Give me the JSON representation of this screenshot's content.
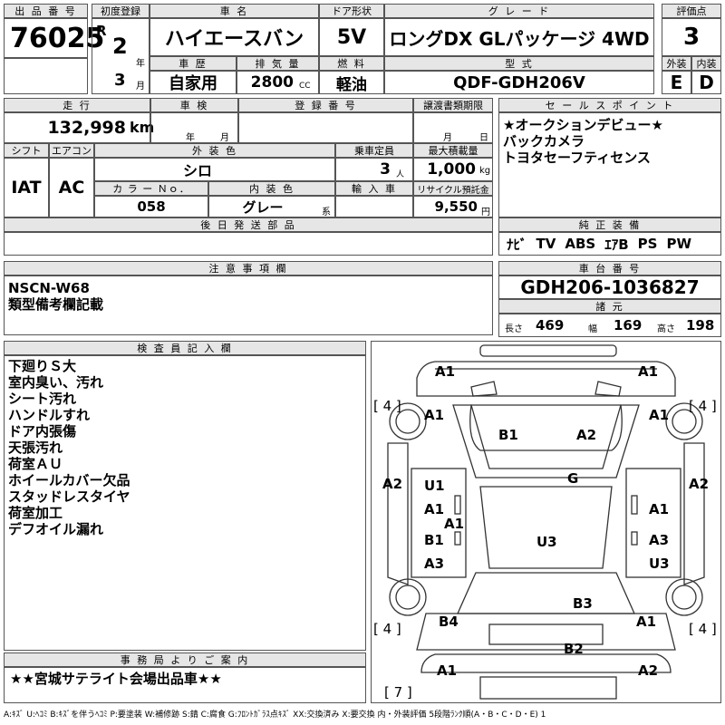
{
  "labels": {
    "lot_no": "出 品 番 号",
    "first_reg": "初度登録",
    "car_name": "車 名",
    "door": "ドア形状",
    "grade": "グ レ ー ド",
    "score": "評価点",
    "history": "車 歴",
    "displacement": "排 気 量",
    "fuel": "燃 料",
    "model_code": "型 式",
    "exterior": "外装",
    "interior": "内装",
    "mileage": "走 行",
    "inspection": "車 検",
    "registration": "登 録 番 号",
    "transfer_deadline": "譲渡書類期限",
    "shift": "シフト",
    "aircon": "エアコン",
    "color": "外 装 色",
    "capacity": "乗車定員",
    "max_load": "最大積載量",
    "color_no": "カ ラ ー Ｎｏ．",
    "interior_color": "内 装 色",
    "import": "輸 入 車",
    "recycle": "リサイクル預託金",
    "later_parts": "後 日 発 送 部 品",
    "sales_points": "セ ー ル ス ポ イ ン ト",
    "genuine_equipment": "純 正 装 備",
    "notes": "注 意 事 項 欄",
    "chassis_no": "車 台 番 号",
    "specs": "諸 元",
    "inspector": "検 査 員 記 入 欄",
    "office": "事 務 局 よ り ご 案 内"
  },
  "units": {
    "reiwa": "R",
    "year": "年",
    "month": "月",
    "cc": "CC",
    "km": "km",
    "person": "人",
    "kg": "kg",
    "yen": "円",
    "kei": "系",
    "length": "長さ",
    "width": "幅",
    "height": "高さ"
  },
  "vehicle": {
    "lot_no": "76025",
    "reg_year": "2",
    "reg_month": "3",
    "name": "ハイエースバン",
    "door": "5V",
    "grade": "ロングDX GLパッケージ 4WD",
    "score": "3",
    "history": "自家用",
    "displacement": "2800",
    "fuel": "軽油",
    "model_code": "QDF-GDH206V",
    "exterior_grade": "E",
    "interior_grade": "D",
    "mileage": "132,998",
    "shift": "IAT",
    "aircon": "AC",
    "color": "シロ",
    "capacity": "3",
    "max_load": "1,000",
    "color_no": "058",
    "interior_color": "グレー",
    "recycle": "9,550",
    "chassis_no": "GDH206-1036827",
    "length": "469",
    "width": "169",
    "height": "198"
  },
  "sales_points": [
    "★オークションデビュー★",
    "バックカメラ",
    "トヨタセーフティセンス"
  ],
  "equipment": [
    "ﾅﾋﾞ",
    "TV",
    "ABS",
    "ｴｱB",
    "PS",
    "PW"
  ],
  "notes": [
    "NSCN-W68",
    "類型備考欄記載"
  ],
  "inspector_notes": [
    "下廻りＳ大",
    "室内臭い、汚れ",
    "シート汚れ",
    "ハンドルすれ",
    "ドア内張傷",
    "天張汚れ",
    "荷室ＡＵ",
    "ホイールカバー欠品",
    "スタッドレスタイヤ",
    "荷室加工",
    "デフオイル漏れ"
  ],
  "office_notice": "★★宮城サテライト会場出品車★★",
  "legend": "A:ｷｽﾞ U:ﾍｺﾐ B:ｷｽﾞを伴うﾍｺﾐ P:要塗装 W:補修跡 S:錆 C:腐食 G:ﾌﾛﾝﾄｶﾞﾗｽ点ｷｽﾞ XX:交換済み X:要交換 内・外装評価 5段階ﾗﾝｸ順(A・B・C・D・E) 1",
  "damage": {
    "fl_top": "A1",
    "fr_top": "A1",
    "tire_fl": "[ 4 ]",
    "tire_fr": "[ 4 ]",
    "fender_l": "A1",
    "fender_r": "A1",
    "hood_l": "B1",
    "hood_r": "A2",
    "side_l": "A2",
    "side_r": "A2",
    "glass": "G",
    "l_u1": "U1",
    "l_a1": "A1",
    "c_a1": "A1",
    "l_b1": "B1",
    "l_a3": "A3",
    "r_a1": "A1",
    "r_a3": "A3",
    "r_u3": "U3",
    "roof": "U3",
    "tire_rl": "[ 4 ]",
    "tire_rr": "[ 4 ]",
    "rl_b4": "B4",
    "rr_a1": "A1",
    "rear_b3": "B3",
    "rear_b2": "B2",
    "bl": "A1",
    "br": "A2",
    "spare": "[ 7 ]"
  }
}
